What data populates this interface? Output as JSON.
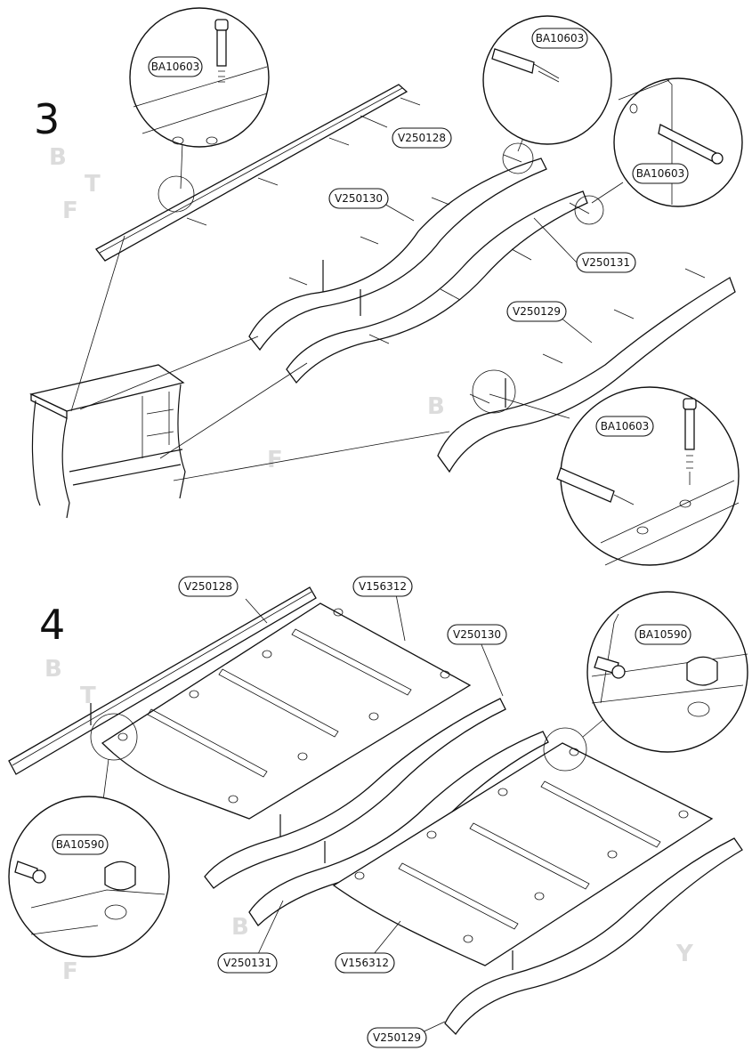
{
  "step3": {
    "number": "3",
    "labels": {
      "ba10603_a": "BA10603",
      "ba10603_b": "BA10603",
      "ba10603_c": "BA10603",
      "ba10603_d": "BA10603",
      "v250128": "V250128",
      "v250130": "V250130",
      "v250131": "V250131",
      "v250129": "V250129"
    }
  },
  "step4": {
    "number": "4",
    "labels": {
      "v250128": "V250128",
      "v156312_top": "V156312",
      "v250130": "V250130",
      "ba10590_right": "BA10590",
      "ba10590_left": "BA10590",
      "v250131": "V250131",
      "v156312_bottom": "V156312",
      "v250129": "V250129"
    }
  },
  "watermark": [
    "B",
    "T",
    "F",
    "Y"
  ]
}
